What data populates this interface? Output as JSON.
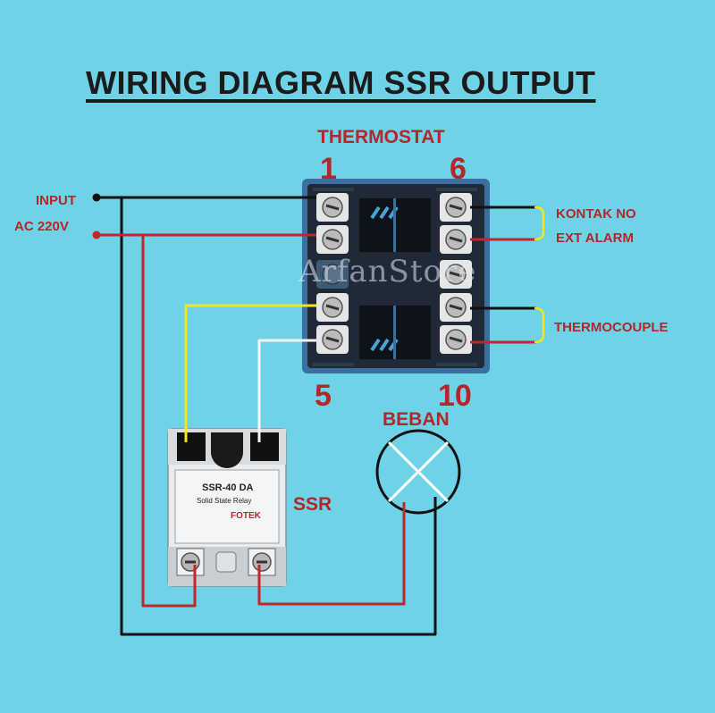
{
  "title": "WIRING DIAGRAM SSR OUTPUT",
  "labels": {
    "thermostat": "THERMOSTAT",
    "pin_1": "1",
    "pin_6": "6",
    "pin_5": "5",
    "pin_10": "10",
    "input_line1": "INPUT",
    "input_line2": "AC 220V",
    "kontak_line1": "KONTAK NO",
    "kontak_line2": "EXT ALARM",
    "thermocouple": "THERMOCOUPLE",
    "beban": "BEBAN",
    "ssr": "SSR"
  },
  "watermark": "ArfanStore",
  "ssr_device": {
    "model": "SSR-40 DA",
    "brand": "FOTEK",
    "type": "Solid State Relay"
  },
  "colors": {
    "background": "#6fd3e8",
    "label_red": "#b3262a",
    "wire_black": "#111111",
    "wire_red": "#c0262c",
    "wire_yellow": "#f2e61b",
    "wire_white": "#f4f4f4",
    "thermostat_body": "#3b6fa0"
  }
}
